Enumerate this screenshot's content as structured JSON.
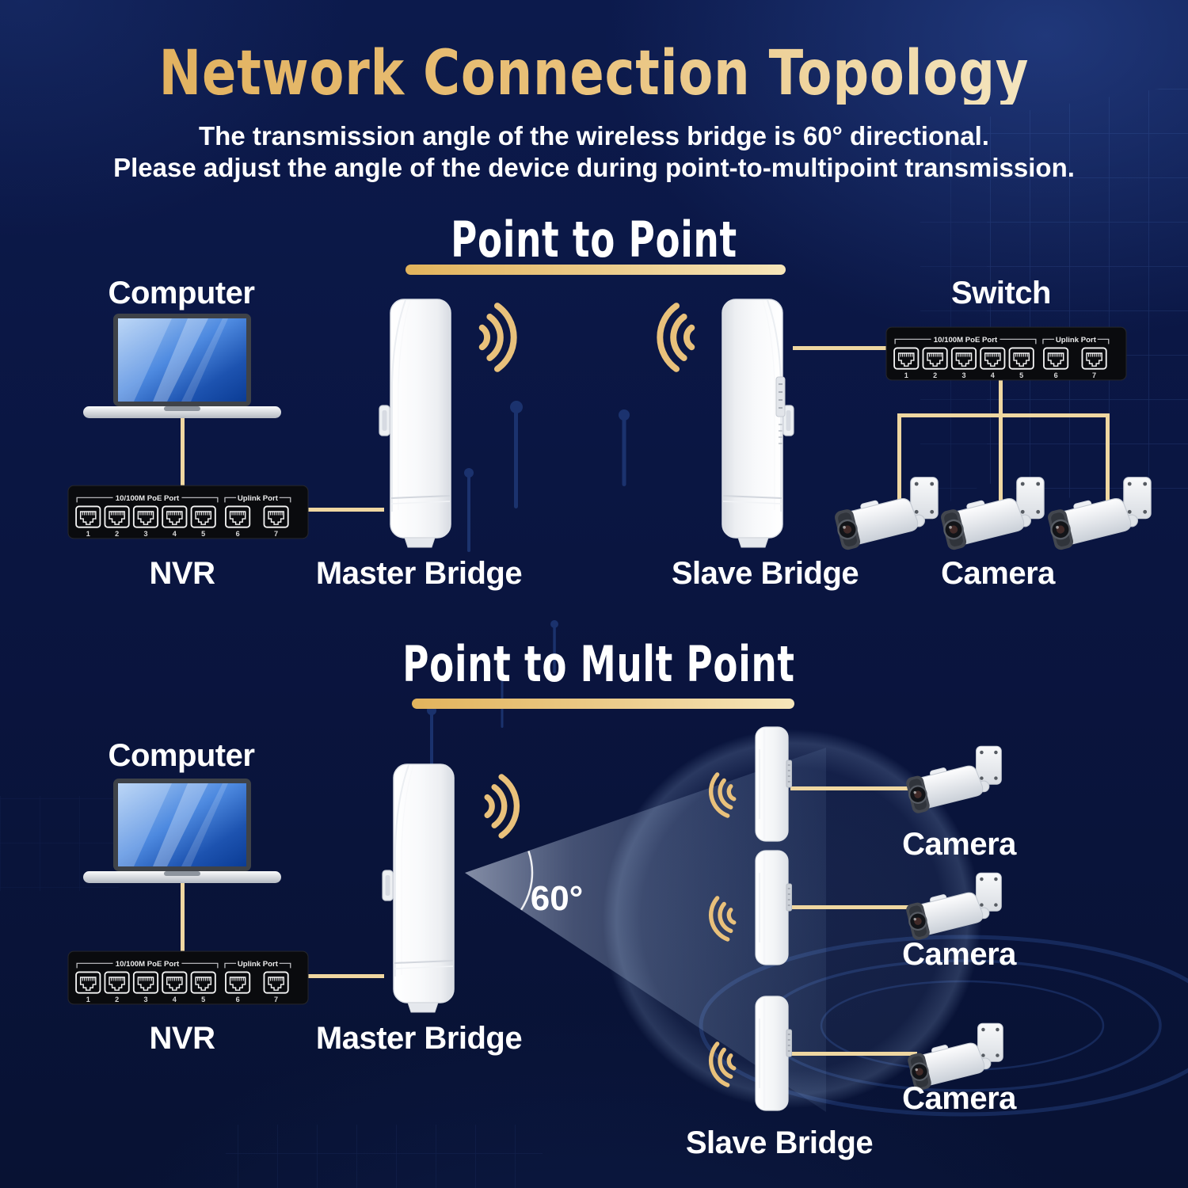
{
  "colors": {
    "background": "#0A1540",
    "title_gold_start": "#E2B260",
    "title_gold_end": "#F4E5BF",
    "accent_gold": "#E9C17B",
    "cable_gold": "#EFD7A1",
    "text_white": "#FFFFFF",
    "switch_black": "#0A0B0E",
    "beam_tint": "#DCE9FB"
  },
  "header": {
    "title": "Network Connection Topology",
    "subtitle_line1": "The transmission angle of the wireless bridge is 60° directional.",
    "subtitle_line2": "Please adjust the angle of the device during point-to-multipoint transmission."
  },
  "p2p": {
    "title": "Point to Point",
    "computer_label": "Computer",
    "nvr_label": "NVR",
    "master_label": "Master Bridge",
    "slave_label": "Slave Bridge",
    "switch_label": "Switch",
    "camera_label": "Camera"
  },
  "p2mp": {
    "title": "Point to Mult Point",
    "angle": "60°",
    "computer_label": "Computer",
    "nvr_label": "NVR",
    "master_label": "Master Bridge",
    "slave_label": "Slave Bridge",
    "camera1_label": "Camera",
    "camera2_label": "Camera",
    "camera3_label": "Camera"
  },
  "switch_panel": {
    "poe_label": "10/100M PoE Port",
    "uplink_label": "Uplink Port",
    "ports": [
      "1",
      "2",
      "3",
      "4",
      "5",
      "6",
      "7"
    ]
  }
}
